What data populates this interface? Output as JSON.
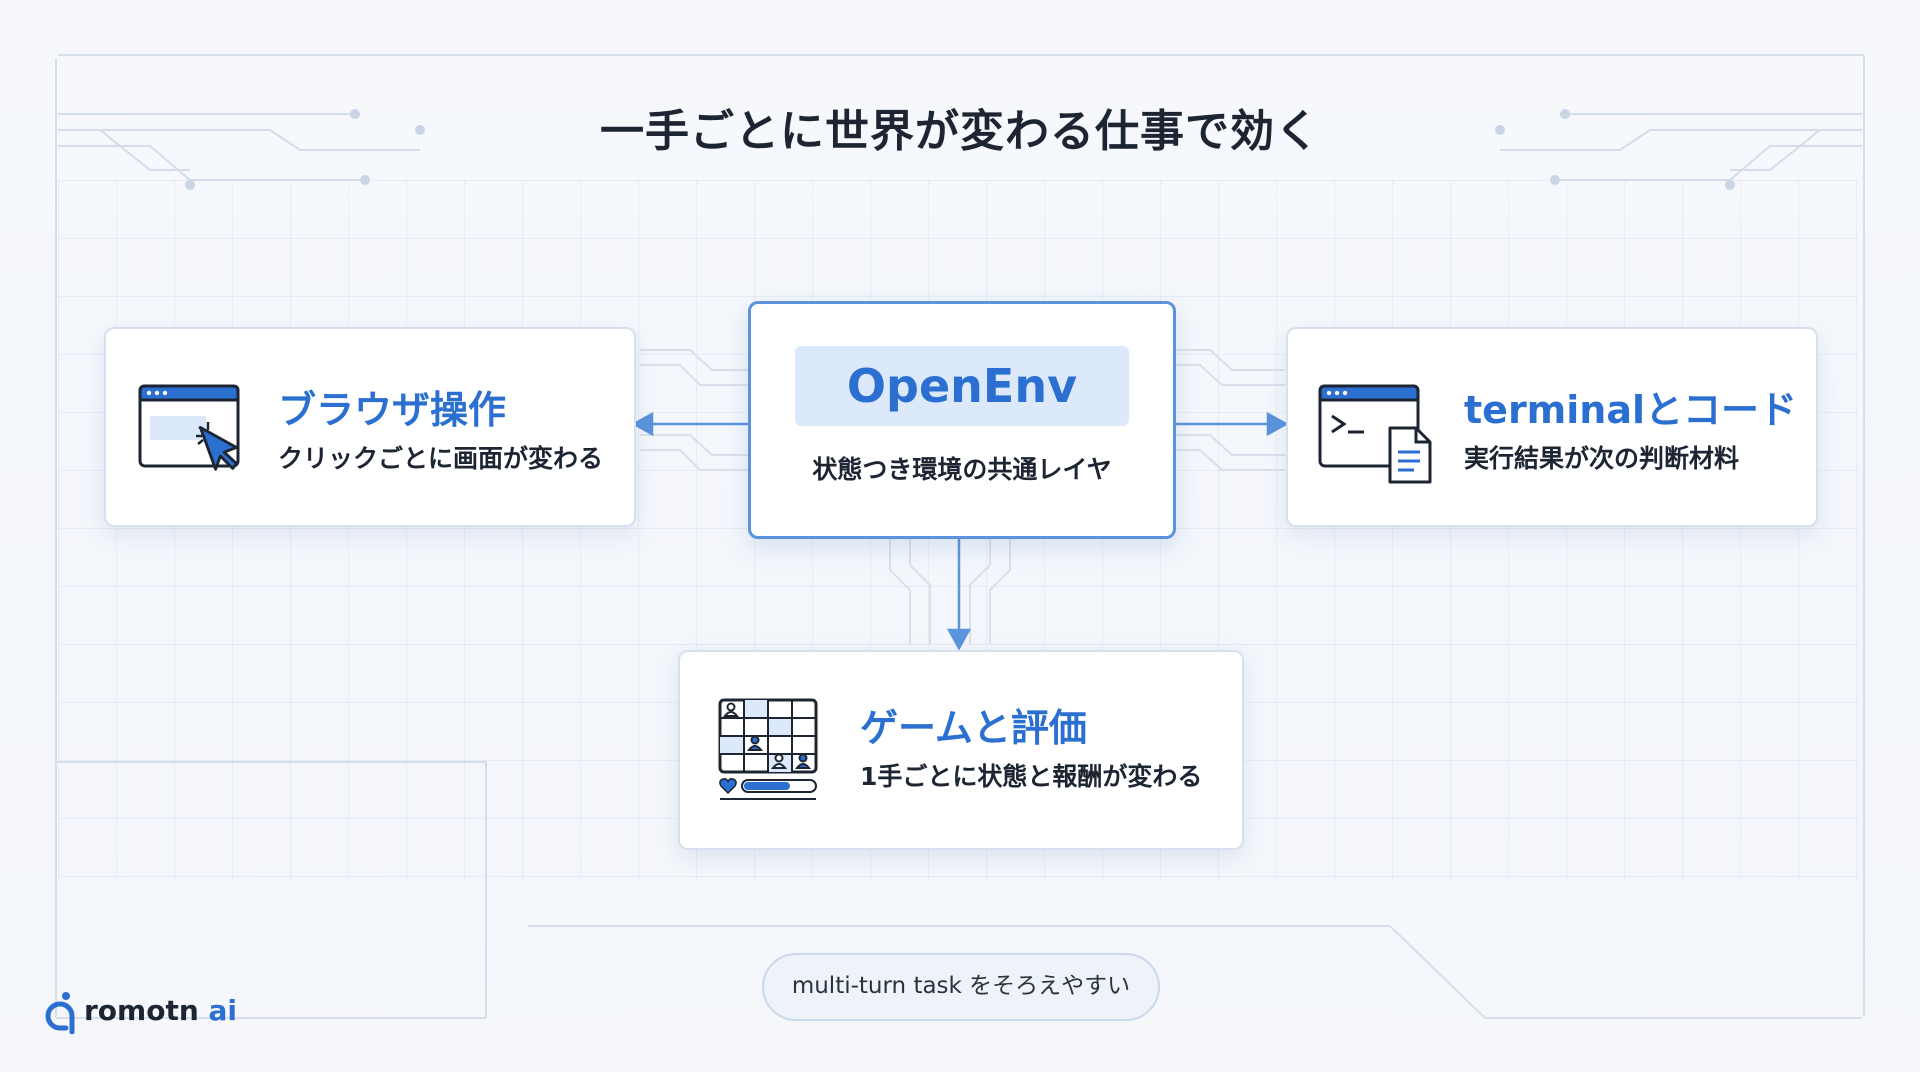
{
  "title": "一手ごとに世界が変わる仕事で効く",
  "center": {
    "badge": "OpenEnv",
    "subtitle": "状態つき環境の共通レイヤ"
  },
  "cards": {
    "browser": {
      "title": "ブラウザ操作",
      "subtitle": "クリックごとに画面が変わる",
      "icon": "browser-click-icon"
    },
    "terminal": {
      "title": "terminalとコード",
      "subtitle": "実行結果が次の判断材料",
      "icon": "terminal-document-icon"
    },
    "game": {
      "title": "ゲームと評価",
      "subtitle": "1手ごとに状態と報酬が変わる",
      "icon": "game-board-icon"
    }
  },
  "footer": {
    "pill": "multi-turn task をそろえやすい"
  },
  "logo": {
    "main": "romotn",
    "accent": "ai"
  },
  "colors": {
    "accent": "#2b6fd1",
    "line": "#5b93dc",
    "badge_bg": "#dce9fb"
  }
}
